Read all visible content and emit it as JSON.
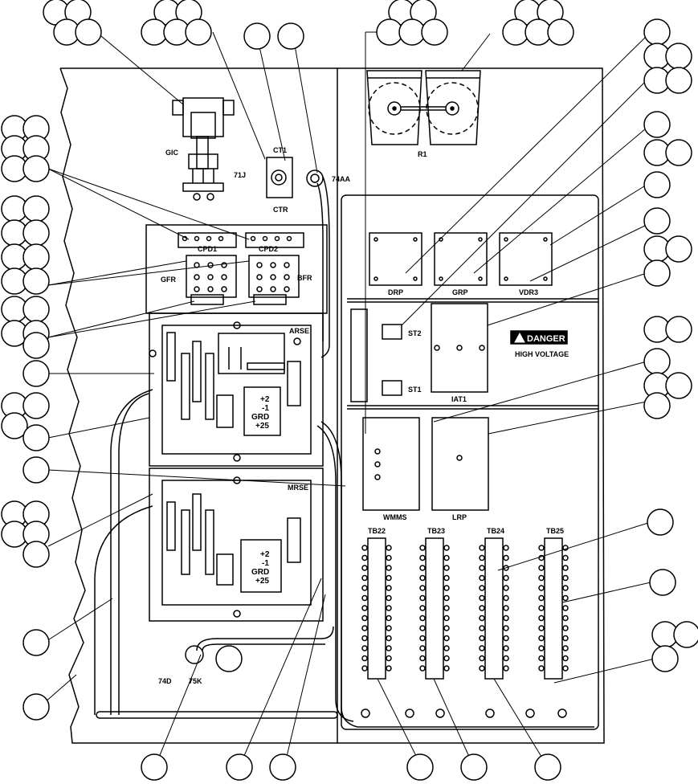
{
  "labels": {
    "gic": "GIC",
    "ct1": "CT1",
    "l71j": "71J",
    "ctr": "CTR",
    "l74aa": "74AA",
    "r1": "R1",
    "cpd1": "CPD1",
    "cpd2": "CPD2",
    "gfr": "GFR",
    "bfr": "BFR",
    "drp": "DRP",
    "grp": "GRP",
    "vdr3": "VDR3",
    "st2": "ST2",
    "st1": "ST1",
    "iat1": "IAT1",
    "danger": "DANGER",
    "high_voltage": "HIGH VOLTAGE",
    "arsb": "ARSE",
    "mrsb": "MRSE",
    "plus2": "+2",
    "minus1": "-1",
    "grd": "GRD",
    "plus25": "+25",
    "wmms": "WMMS",
    "lrp": "LRP",
    "tb22": "TB22",
    "tb23": "TB23",
    "tb24": "TB24",
    "tb25": "TB25",
    "l74d": "74D",
    "l75k": "75K"
  },
  "colors": {
    "line": "#000000",
    "paper": "#ffffff"
  }
}
